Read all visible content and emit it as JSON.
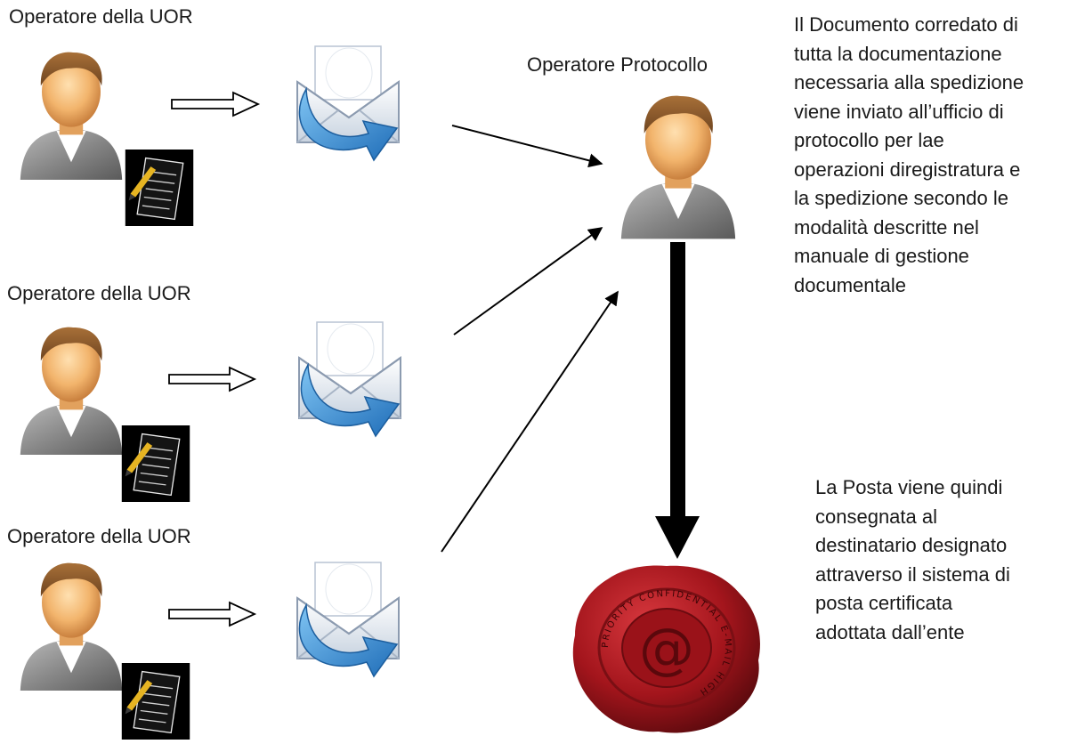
{
  "diagram": {
    "senders": [
      {
        "label": "Operatore della UOR"
      },
      {
        "label": "Operatore della UOR"
      },
      {
        "label": "Operatore della UOR"
      }
    ],
    "protocol_operator": {
      "label": "Operatore Protocollo"
    },
    "description_text": "Il Documento corredato di\ntutta la documentazione\nnecessaria alla spedizione\nviene inviato all’ufficio di\nprotocollo per lae\noperazioni diregistratura e\nla spedizione secondo le\nmodalità descritte nel\nmanuale di gestione\ndocumentale",
    "delivery_text": "La Posta viene quindi\nconsegnata al\ndestinatario designato\nattraverso il sistema di\nposta certificata\nadottata dall’ente",
    "seal": {
      "symbol": "@",
      "ring_text": "PRIORITY CONFIDENTIAL E-MAIL HIGH"
    },
    "icons": {
      "person": "person-icon",
      "document": "document-icon",
      "envelope": "email-send-icon",
      "seal": "wax-seal-icon"
    },
    "colors": {
      "skin": "#f2b46c",
      "hair": "#8a5a2b",
      "shirt": "#7b7b7b",
      "envelope_blue": "#2f8fd8",
      "seal_red": "#a3151c"
    }
  }
}
